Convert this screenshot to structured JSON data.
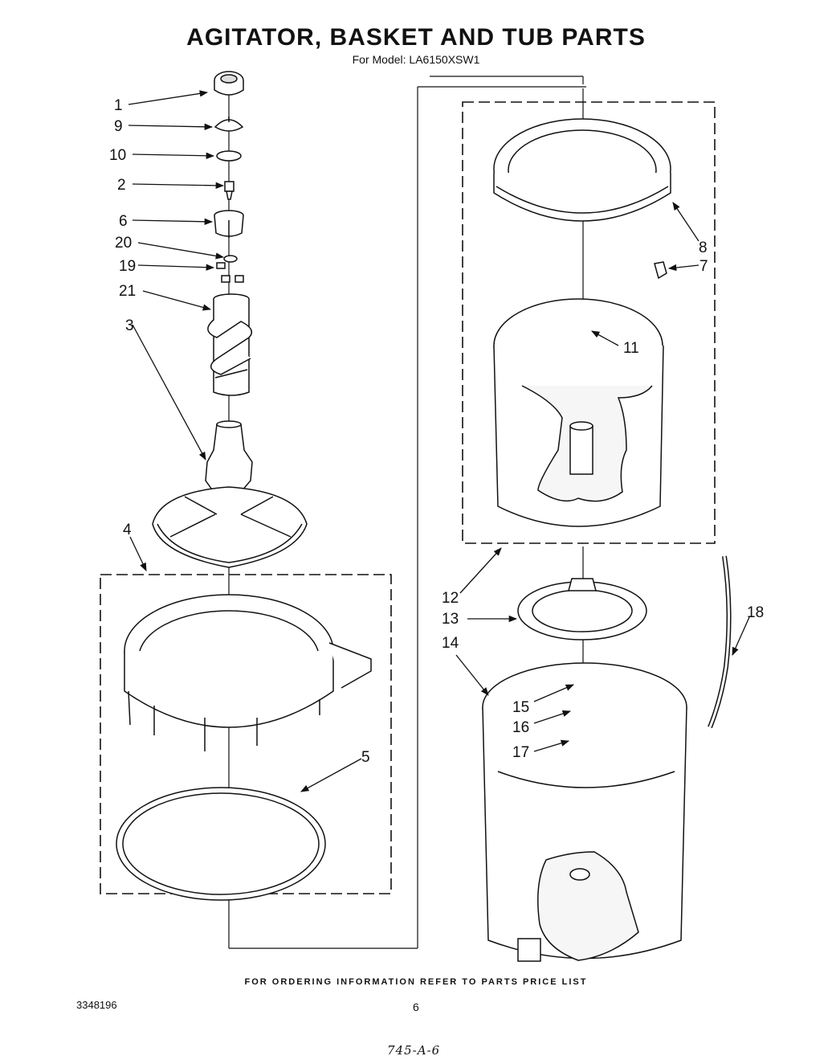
{
  "title": "AGITATOR, BASKET AND TUB PARTS",
  "subtitle": "For Model: LA6150XSW1",
  "footer": "FOR ORDERING INFORMATION REFER TO PARTS PRICE LIST",
  "doc_number": "3348196",
  "page_number": "6",
  "handwritten_note": "745-A-6",
  "callouts": [
    {
      "id": "c1",
      "label": "1"
    },
    {
      "id": "c9",
      "label": "9"
    },
    {
      "id": "c10",
      "label": "10"
    },
    {
      "id": "c2",
      "label": "2"
    },
    {
      "id": "c6",
      "label": "6"
    },
    {
      "id": "c20",
      "label": "20"
    },
    {
      "id": "c19",
      "label": "19"
    },
    {
      "id": "c21",
      "label": "21"
    },
    {
      "id": "c3",
      "label": "3"
    },
    {
      "id": "c4",
      "label": "4"
    },
    {
      "id": "c5",
      "label": "5"
    },
    {
      "id": "c8",
      "label": "8"
    },
    {
      "id": "c7",
      "label": "7"
    },
    {
      "id": "c11",
      "label": "11"
    },
    {
      "id": "c12",
      "label": "12"
    },
    {
      "id": "c13",
      "label": "13"
    },
    {
      "id": "c14",
      "label": "14"
    },
    {
      "id": "c18",
      "label": "18"
    },
    {
      "id": "c15",
      "label": "15"
    },
    {
      "id": "c16",
      "label": "16"
    },
    {
      "id": "c17",
      "label": "17"
    }
  ]
}
